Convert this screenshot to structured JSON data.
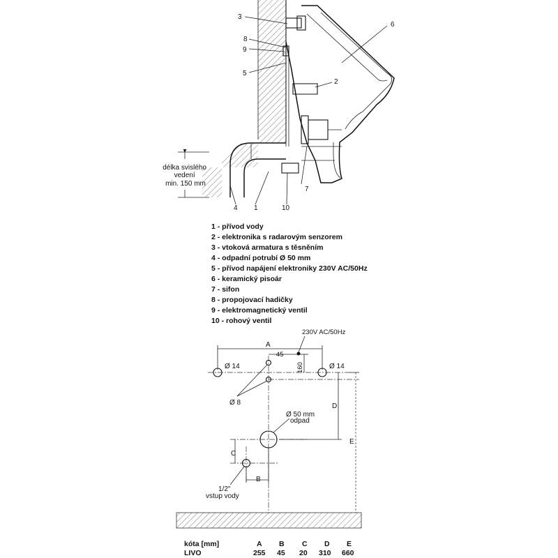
{
  "side_view": {
    "callouts": {
      "c3": "3",
      "c8": "8",
      "c9": "9",
      "c5": "5",
      "c6": "6",
      "c2": "2",
      "c7": "7",
      "c4": "4",
      "c1": "1",
      "c10": "10"
    },
    "vertical_length_note": [
      "délka svislého",
      "vedení",
      "min. 150 mm"
    ]
  },
  "legend": [
    "1 - přívod vody",
    "2 - elektronika s radarovým senzorem",
    "3 - vtoková armatura s těsněním",
    "4 - odpadní potrubí Ø 50 mm",
    "5 - přívod napájení elektroniky 230V AC/50Hz",
    "6 - keramický pisoár",
    "7 - sifon",
    "8 - propojovací hadičky",
    "9 - elektromagnetický ventil",
    "10 - rohový ventil"
  ],
  "plan_view": {
    "power_label": "230V AC/50Hz",
    "dim_A": "A",
    "dim_45": "45",
    "dim_160": "160",
    "hole_left": "Ø 14",
    "hole_right": "Ø 14",
    "small_holes": "Ø 8",
    "dim_D": "D",
    "dim_E": "E",
    "waste_line1": "Ø 50 mm",
    "waste_line2": "odpad",
    "dim_C": "C",
    "dim_B": "B",
    "inlet_line1": "1/2\"",
    "inlet_line2": "vstup vody"
  },
  "dimension_table": {
    "header_label": "kóta [mm]",
    "columns": [
      "A",
      "B",
      "C",
      "D",
      "E"
    ],
    "row_label": "LIVO",
    "values": [
      "255",
      "45",
      "20",
      "310",
      "660"
    ]
  }
}
